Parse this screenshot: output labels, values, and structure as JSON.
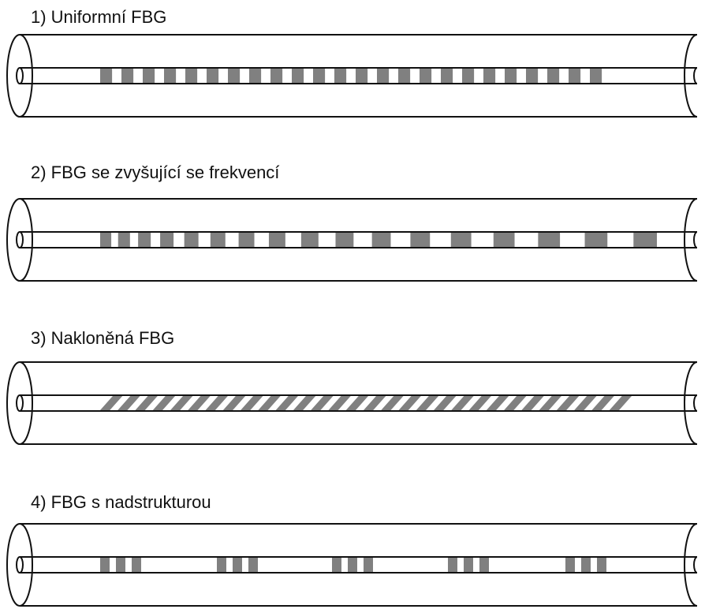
{
  "colors": {
    "line": "#111111",
    "grating": "#808080",
    "background": "#ffffff"
  },
  "fibers": [
    {
      "title": "1) Uniformní FBG",
      "grating": "uniform",
      "period_count": 24
    },
    {
      "title": "2) FBG se zvyšující se frekvencí",
      "grating": "chirped",
      "period_count": 17
    },
    {
      "title": "3) Nakloněná FBG",
      "grating": "tilted",
      "stripe_count": 30
    },
    {
      "title": "4) FBG s nadstrukturou",
      "grating": "sampled",
      "group_count": 5,
      "bars_per_group": 3
    }
  ]
}
